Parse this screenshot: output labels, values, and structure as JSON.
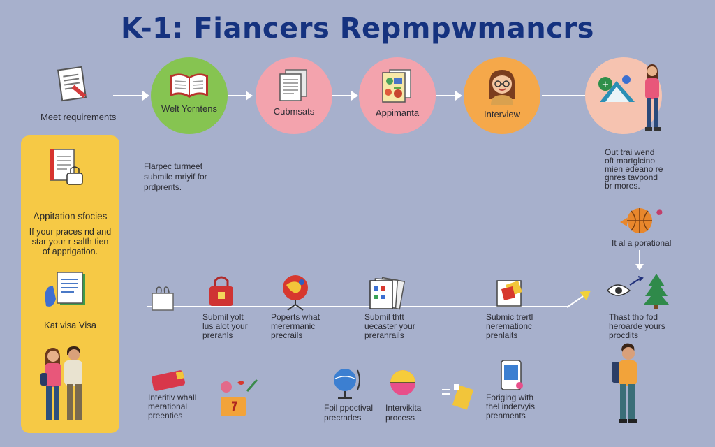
{
  "title": "K-1: Fiancers Repmpwmancrs",
  "colors": {
    "background": "#a7b0cc",
    "title": "#15327f",
    "circle_green": "#86c451",
    "circle_pink": "#f3a3ad",
    "circle_orange": "#f5a84a",
    "circle_peach": "#f6c3b0",
    "panel": "#f6c945"
  },
  "top_row": {
    "start_label": "Meet requirements",
    "steps": [
      {
        "label": "Welt Yorntens",
        "icon": "book-icon"
      },
      {
        "label": "Cubmsats",
        "icon": "documents-icon"
      },
      {
        "label": "Appimanta",
        "icon": "application-form-icon"
      },
      {
        "label": "Interview",
        "icon": "interviewer-icon"
      },
      {
        "label": "",
        "icon": "travel-icon"
      }
    ]
  },
  "side_panel": {
    "heading": "Appitation sfocies",
    "text": [
      "If your praces nd and",
      "star your r salth tien",
      "of apprigation."
    ],
    "visa_label": "Kat visa Visa"
  },
  "mid_note": [
    "Flarpec turmeet",
    "submile mriyif for",
    "prdprents."
  ],
  "right_note": [
    "Out trai wend",
    "oft martglcino",
    "mien edeano re",
    "gnres tavpond",
    "br mores."
  ],
  "right_caption": "It al a porational",
  "middle_row": [
    {
      "lines": [
        "Submil yolt",
        "lus alot your",
        "preranls"
      ]
    },
    {
      "lines": [
        "Poperts what",
        "merermanic",
        "precrails"
      ]
    },
    {
      "lines": [
        "Submil thtt",
        "uecaster your",
        "preranrails"
      ]
    },
    {
      "lines": [
        "Submic trertl",
        "neremationc",
        "prenlaits"
      ]
    },
    {
      "lines": [
        "Thast tho fod",
        "heroarde yours",
        "procdits"
      ]
    }
  ],
  "bottom_row": [
    {
      "lines": [
        "Interitiv whall",
        "merational",
        "preenties"
      ]
    },
    {
      "lines": [
        "Foil ppoctival",
        "precrades"
      ]
    },
    {
      "lines": [
        "Intervikita",
        "process"
      ]
    },
    {
      "lines": [
        "Foriging with",
        "thel indervyis",
        "prenments"
      ]
    }
  ]
}
